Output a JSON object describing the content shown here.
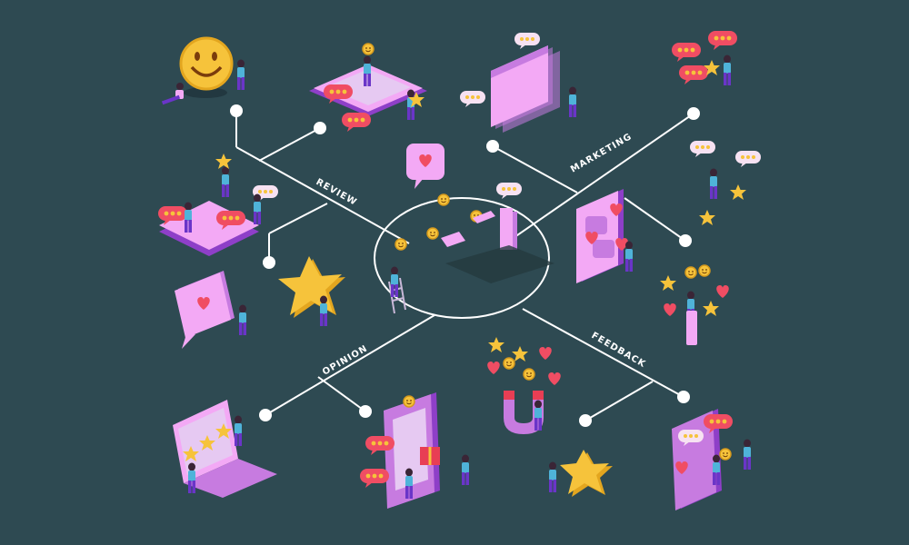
{
  "labels": {
    "review": "REVIEW",
    "marketing": "MARKETING",
    "opinion": "OPINION",
    "feedback": "FEEDBACK"
  },
  "colors": {
    "background": "#2e4a52",
    "line": "#ffffff",
    "pink": "#f3a9f5",
    "violet": "#c77be0",
    "purple": "#8e3fc8",
    "red": "#e83e54",
    "heart": "#f04d63",
    "gold": "#f6c33b",
    "skin": "#f2b58c",
    "shirt_blue": "#4fb3d9",
    "pants_purple": "#6a35c8"
  },
  "icons": [
    "smiley-icon",
    "tablet-icon",
    "browser-window-icon",
    "rating-bubbles-icon",
    "heart-bubble-icon",
    "star-icon",
    "magnet-icon",
    "laptop-icon",
    "gift-icon",
    "phone-icon",
    "ladder-icon",
    "coin-icon"
  ]
}
